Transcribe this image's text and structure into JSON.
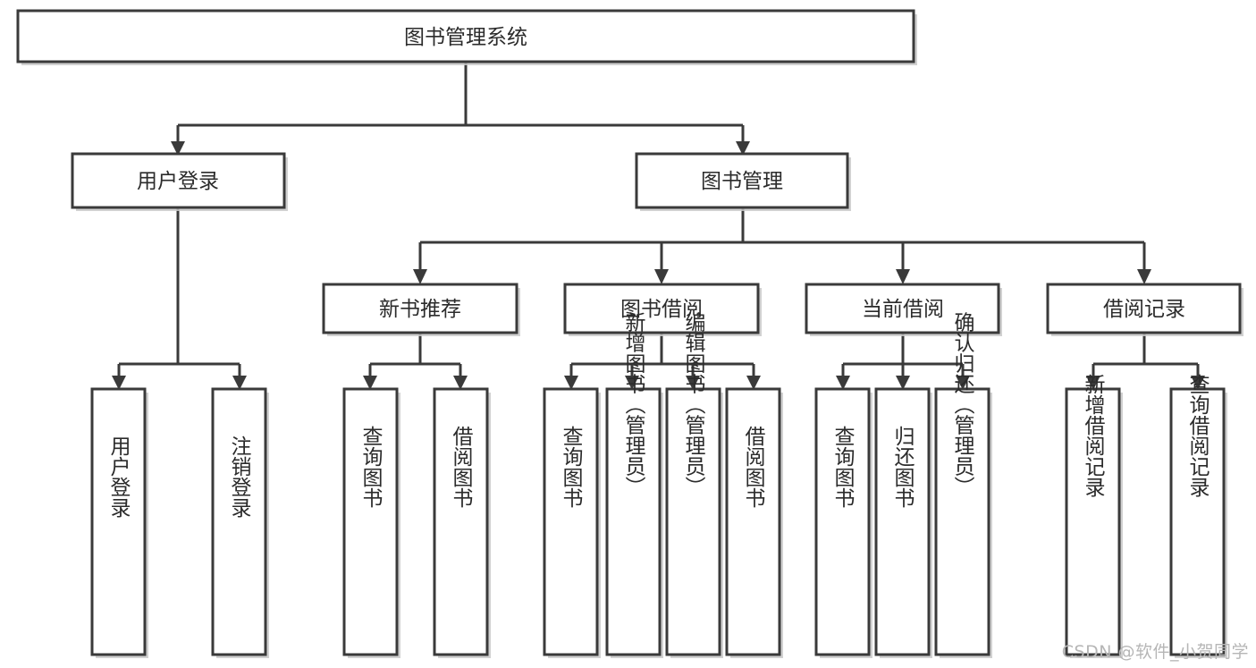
{
  "diagram": {
    "type": "tree-hierarchy",
    "title": "图书管理系统",
    "orientation": "top-down",
    "colors": {
      "box_stroke": "#3a3a3a",
      "box_fill": "#ffffff",
      "connector": "#3a3a3a",
      "text": "#2b2b2b",
      "background": "#ffffff",
      "watermark": "#b6b6b6"
    },
    "levels": {
      "level1": [
        {
          "id": "root",
          "label": "图书管理系统"
        }
      ],
      "level2": [
        {
          "id": "user-login",
          "label": "用户登录"
        },
        {
          "id": "book-management",
          "label": "图书管理"
        }
      ],
      "level3": [
        {
          "id": "new-book-recommend",
          "label": "新书推荐"
        },
        {
          "id": "book-borrow",
          "label": "图书借阅"
        },
        {
          "id": "current-borrow",
          "label": "当前借阅"
        },
        {
          "id": "borrow-record",
          "label": "借阅记录"
        }
      ],
      "level4": [
        {
          "id": "leaf-user-login",
          "label": "用户登录",
          "parent": "user-login"
        },
        {
          "id": "leaf-logout-login",
          "label": "注销登录",
          "parent": "user-login"
        },
        {
          "id": "leaf-query-book-1",
          "label": "查询图书",
          "parent": "new-book-recommend"
        },
        {
          "id": "leaf-borrow-book-1",
          "label": "借阅图书",
          "parent": "new-book-recommend"
        },
        {
          "id": "leaf-query-book-2",
          "label": "查询图书",
          "parent": "book-borrow"
        },
        {
          "id": "leaf-add-book",
          "label": "新增图书（管理员）",
          "parent": "book-borrow"
        },
        {
          "id": "leaf-edit-book",
          "label": "编辑图书（管理员）",
          "parent": "book-borrow"
        },
        {
          "id": "leaf-borrow-book-2",
          "label": "借阅图书",
          "parent": "book-borrow"
        },
        {
          "id": "leaf-query-book-3",
          "label": "查询图书",
          "parent": "current-borrow"
        },
        {
          "id": "leaf-return-book",
          "label": "归还图书",
          "parent": "current-borrow"
        },
        {
          "id": "leaf-confirm-return",
          "label": "确认归还（管理员）",
          "parent": "current-borrow"
        },
        {
          "id": "leaf-add-record",
          "label": "新增借阅记录",
          "parent": "borrow-record"
        },
        {
          "id": "leaf-query-record",
          "label": "查询借阅记录",
          "parent": "borrow-record"
        }
      ]
    }
  },
  "watermark": {
    "text": "CSDN @软件_小贺同学"
  }
}
